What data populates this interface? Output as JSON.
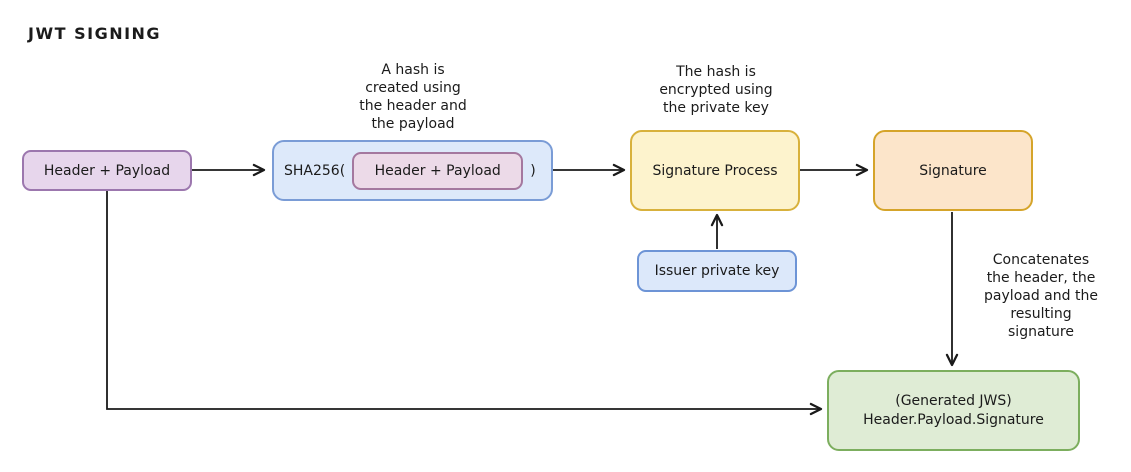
{
  "title": "JWT SIGNING",
  "nodes": {
    "header_payload": {
      "label": "Header + Payload",
      "fill": "#e7d6ec",
      "border": "#9c77ae"
    },
    "sha256": {
      "prefix": "SHA256(",
      "inner_label": "Header + Payload",
      "suffix": ")",
      "fill": "#dde9fa",
      "border": "#7a9cd6",
      "inner_fill": "#ecdae8",
      "inner_border": "#a4789f"
    },
    "signature_process": {
      "label": "Signature Process",
      "fill": "#fdf3cd",
      "border": "#d8b13c"
    },
    "signature": {
      "label": "Signature",
      "fill": "#fce5ca",
      "border": "#d5a42a"
    },
    "issuer_private_key": {
      "label": "Issuer private key",
      "fill": "#dce8fa",
      "border": "#6d94d6"
    },
    "generated_jws": {
      "label": "(Generated JWS)\nHeader.Payload.Signature",
      "fill": "#dfecd5",
      "border": "#7cae5e"
    }
  },
  "annotations": {
    "hash_note": "A hash is\ncreated using\nthe header and\nthe payload",
    "encrypt_note": "The hash is\nencrypted using\nthe private key",
    "concat_note": "Concatenates\nthe header, the\npayload and the\nresulting\nsignature"
  },
  "wire_color": "#1a1a1a"
}
